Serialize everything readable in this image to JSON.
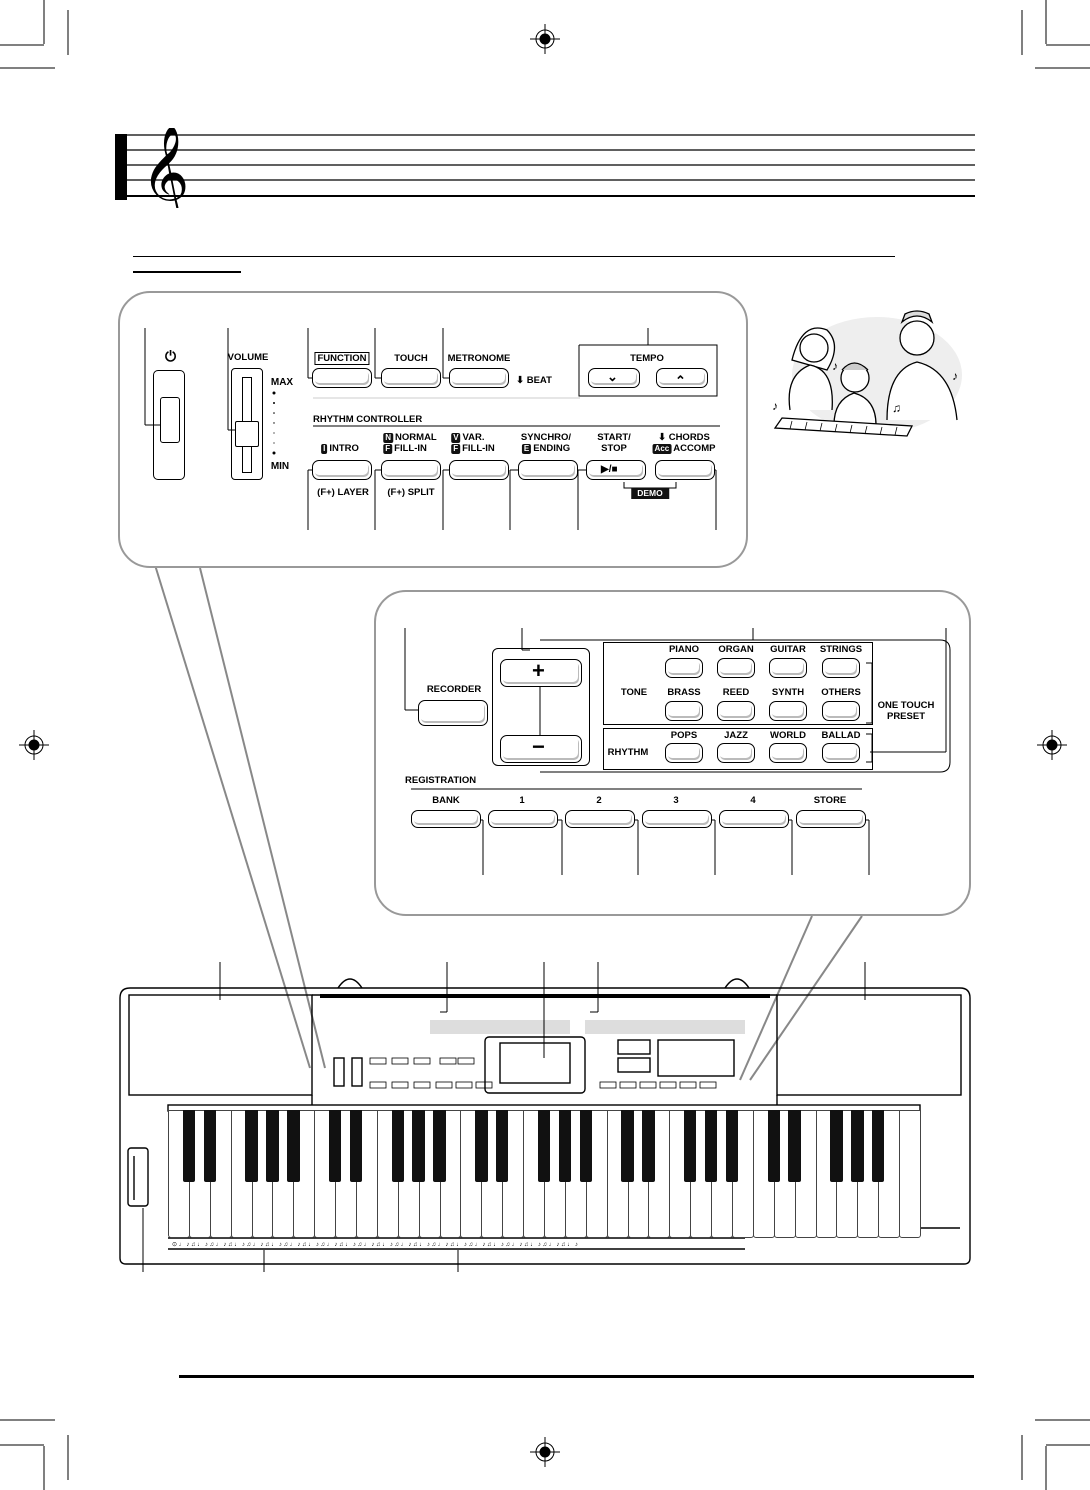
{
  "panel_top": {
    "power_icon": "power-icon",
    "volume": {
      "label": "VOLUME",
      "max": "MAX",
      "min": "MIN"
    },
    "function_label": "FUNCTION",
    "touch_label": "TOUCH",
    "metronome_label": "METRONOME",
    "beat_label": "BEAT",
    "tempo_label": "TEMPO",
    "rhythm_controller_label": "RHYTHM CONTROLLER",
    "rhythm_buttons": [
      {
        "tag": "I",
        "line1": "",
        "line2": "INTRO",
        "sub": "(F+) LAYER"
      },
      {
        "tag": "N",
        "line1": "NORMAL",
        "tag2": "F",
        "line2": "FILL-IN",
        "sub": "(F+) SPLIT"
      },
      {
        "tag": "V",
        "line1": "VAR.",
        "tag2": "F",
        "line2": "FILL-IN",
        "sub": ""
      },
      {
        "tag": "",
        "line1": "SYNCHRO/",
        "tag2": "E",
        "line2": "ENDING",
        "sub": ""
      },
      {
        "tag": "",
        "line1": "START/",
        "tag2": "",
        "line2": "STOP",
        "sub": ""
      },
      {
        "tag": "",
        "line1": "CHORDS",
        "tag2": "Acc",
        "line2": "ACCOMP",
        "sub": ""
      }
    ],
    "play_stop_symbol": "▶/■",
    "demo_label": "DEMO"
  },
  "panel_right": {
    "recorder_label": "RECORDER",
    "plus_symbol": "+",
    "minus_symbol": "−",
    "tone_label": "TONE",
    "tone_row1": [
      "PIANO",
      "ORGAN",
      "GUITAR",
      "STRINGS"
    ],
    "tone_row2": [
      "BRASS",
      "REED",
      "SYNTH",
      "OTHERS"
    ],
    "rhythm_label": "RHYTHM",
    "rhythm_row": [
      "POPS",
      "JAZZ",
      "WORLD",
      "BALLAD"
    ],
    "one_touch_preset": "ONE TOUCH PRESET",
    "registration_label": "REGISTRATION",
    "registration_buttons": [
      "BANK",
      "1",
      "2",
      "3",
      "4",
      "STORE"
    ]
  },
  "keyboard": {
    "white_key_count": 36
  }
}
